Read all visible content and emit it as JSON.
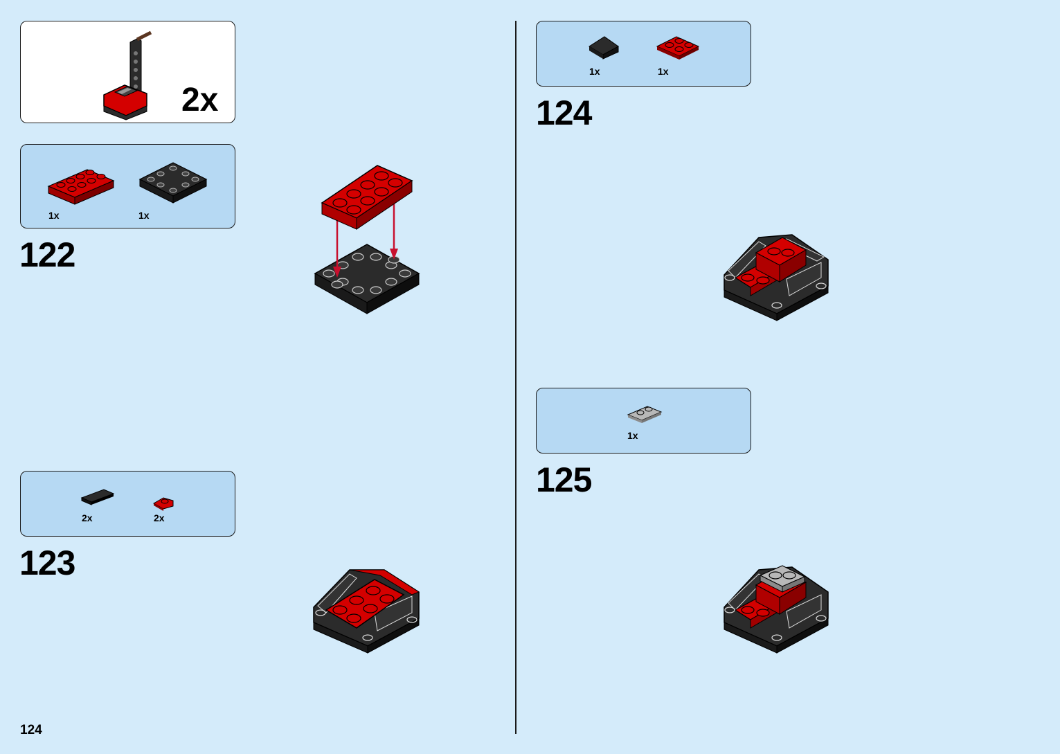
{
  "page": {
    "number": "124"
  },
  "subassembly": {
    "multiplier": "2x",
    "icon": "crane-arm-subassembly"
  },
  "steps": [
    {
      "number": "122",
      "parts": [
        {
          "qty": "1x",
          "icon": "red-plate-2x4"
        },
        {
          "qty": "1x",
          "icon": "black-round-plate-4x4"
        }
      ]
    },
    {
      "number": "123",
      "parts": [
        {
          "qty": "2x",
          "icon": "black-slope-tile"
        },
        {
          "qty": "2x",
          "icon": "red-wedge-plate"
        }
      ]
    },
    {
      "number": "124",
      "parts": [
        {
          "qty": "1x",
          "icon": "black-slope-tile"
        },
        {
          "qty": "1x",
          "icon": "red-plate-2x2"
        }
      ]
    },
    {
      "number": "125",
      "parts": [
        {
          "qty": "1x",
          "icon": "gray-plate-1x2"
        }
      ]
    }
  ],
  "colors": {
    "background": "#d4ebfa",
    "parts_box": "#b6d9f3",
    "brick_red": "#d40000",
    "brick_black": "#2b2b2b",
    "brick_gray": "#b8b8b8",
    "arrow": "#c8102e"
  }
}
